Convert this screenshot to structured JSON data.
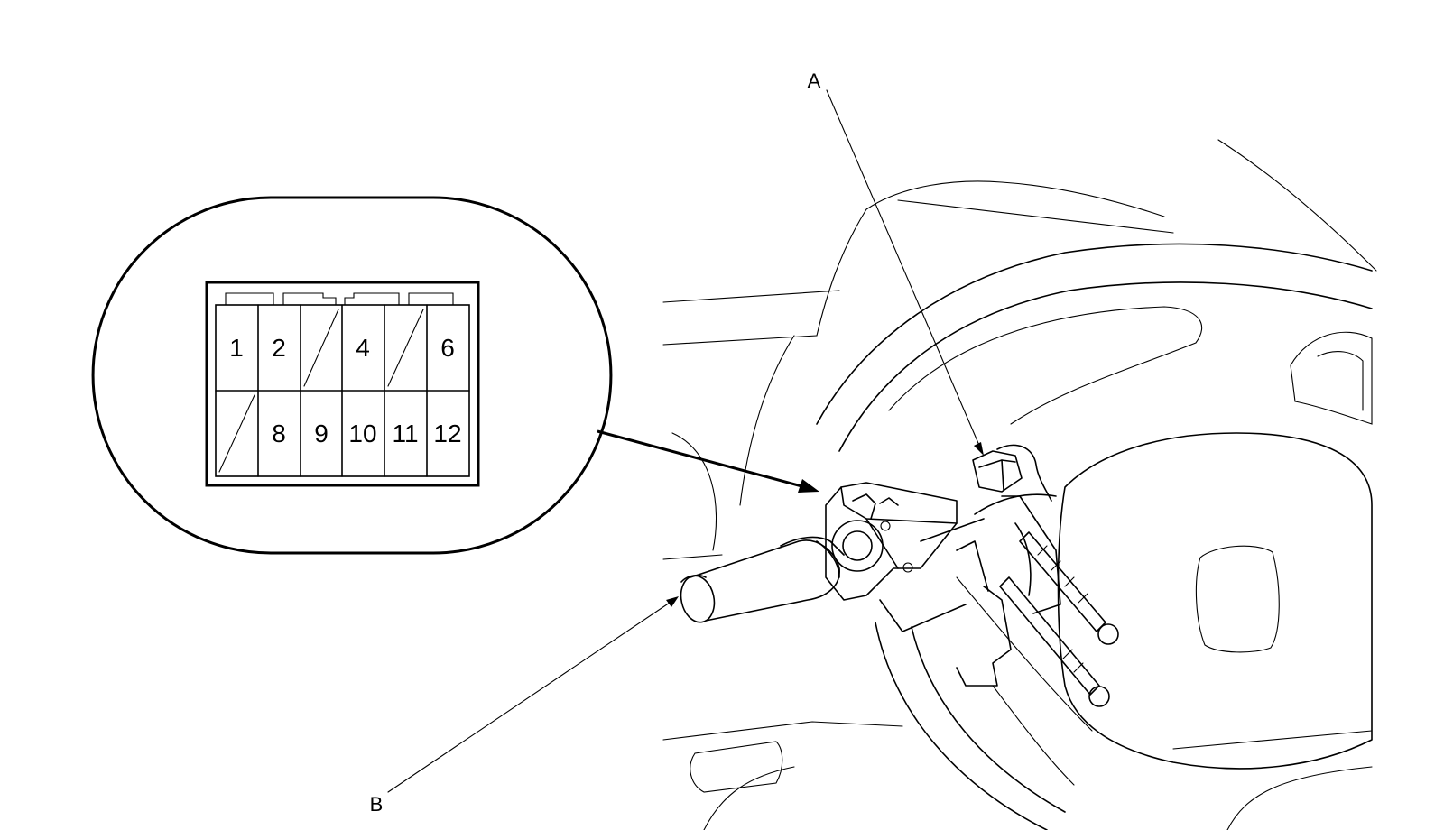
{
  "callouts": {
    "a": "A",
    "b": "B"
  },
  "connector": {
    "top_row": [
      "1",
      "2",
      "",
      "4",
      "",
      "6"
    ],
    "bottom_row": [
      "",
      "8",
      "9",
      "10",
      "11",
      "12"
    ]
  },
  "colors": {
    "line": "#000000",
    "background": "#ffffff"
  }
}
